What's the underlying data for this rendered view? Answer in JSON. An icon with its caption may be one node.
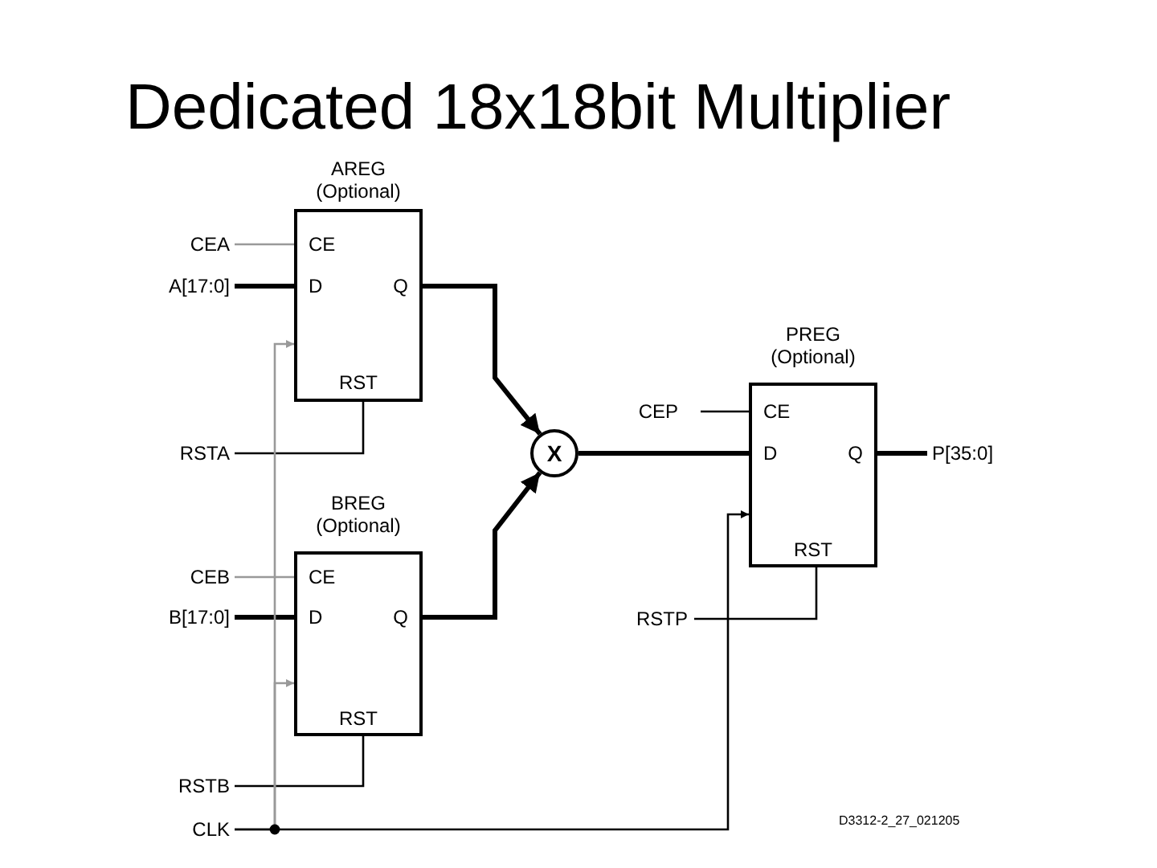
{
  "diagram": {
    "title": "Dedicated 18x18bit Multiplier",
    "nodes": [
      {
        "text": [
          "AREG (Optional)",
          "CE",
          "D",
          "Q",
          "RST"
        ]
      },
      {
        "text": [
          "BREG (Optional)",
          "CE",
          "D",
          "Q",
          "RST"
        ]
      },
      {
        "text": [
          "X"
        ]
      },
      {
        "text": [
          "PREG (Optional)",
          "CE",
          "D",
          "Q",
          "RST"
        ]
      },
      {
        "text": [
          "CEA"
        ]
      },
      {
        "text": [
          "A[17:0]"
        ]
      },
      {
        "text": [
          "RSTA"
        ]
      },
      {
        "text": [
          "CEB"
        ]
      },
      {
        "text": [
          "B[17:0]"
        ]
      },
      {
        "text": [
          "RSTB"
        ]
      },
      {
        "text": [
          "CLK"
        ]
      },
      {
        "text": [
          "CEP"
        ]
      },
      {
        "text": [
          "RSTP"
        ]
      },
      {
        "text": [
          "P[35:0]"
        ]
      }
    ],
    "edges": [
      {
        "from": 4,
        "to": 0,
        "arrow": "none",
        "color": "#999999"
      },
      {
        "from": 5,
        "to": 0,
        "arrow": "none",
        "style": "thick"
      },
      {
        "from": 6,
        "to": 0,
        "arrow": "none"
      },
      {
        "from": 0,
        "to": 2,
        "arrow": "to",
        "style": "thick"
      },
      {
        "from": 7,
        "to": 1,
        "arrow": "none",
        "color": "#999999"
      },
      {
        "from": 8,
        "to": 1,
        "arrow": "none",
        "style": "thick"
      },
      {
        "from": 9,
        "to": 1,
        "arrow": "none"
      },
      {
        "from": 1,
        "to": 2,
        "arrow": "to",
        "style": "thick"
      },
      {
        "from": 2,
        "to": 3,
        "arrow": "none",
        "style": "thick"
      },
      {
        "from": 11,
        "to": 3,
        "arrow": "none"
      },
      {
        "from": 3,
        "to": 13,
        "arrow": "none",
        "style": "thick"
      },
      {
        "from": 12,
        "to": 3,
        "arrow": "none"
      },
      {
        "from": 10,
        "to": 0,
        "arrow": "to",
        "color": "#999999"
      },
      {
        "from": 10,
        "to": 1,
        "arrow": "to",
        "color": "#999999"
      },
      {
        "from": 10,
        "to": 3,
        "arrow": "to"
      }
    ],
    "labels": [
      "D3312-2_27_021205"
    ]
  }
}
